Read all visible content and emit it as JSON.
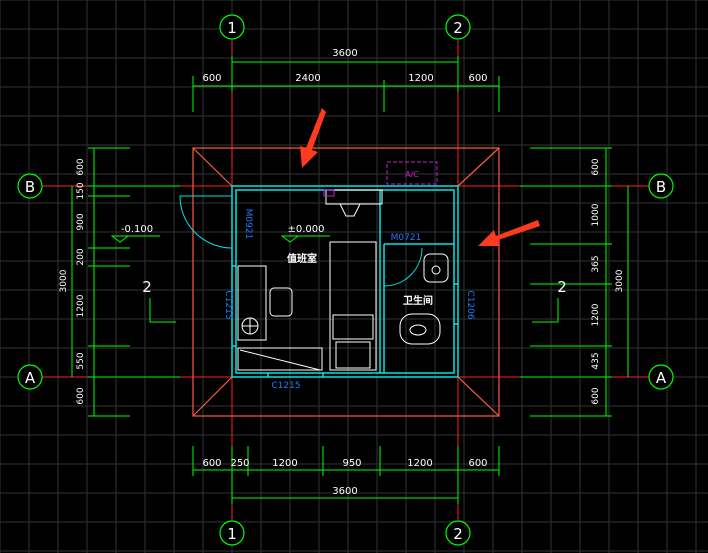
{
  "grid_axes": {
    "top": [
      "1",
      "2"
    ],
    "bottom": [
      "1",
      "2"
    ],
    "left": [
      "B",
      "A"
    ],
    "right": [
      "B",
      "A"
    ]
  },
  "dims": {
    "top_total": "3600",
    "top_segments": [
      "600",
      "2400",
      "1200",
      "600"
    ],
    "bottom_segments": [
      "600",
      "250",
      "1200",
      "950",
      "1200",
      "600"
    ],
    "bottom_total": "3600",
    "left_segments": [
      "600",
      "150",
      "900",
      "200",
      "1200",
      "550",
      "600"
    ],
    "left_total": "3000",
    "right_segments": [
      "600",
      "1000",
      "365",
      "1200",
      "435",
      "600"
    ],
    "right_total": "3000"
  },
  "labels": {
    "level_outside": "-0.100",
    "level_inside": "±0.000",
    "room_duty": "值班室",
    "room_wc": "卫生间",
    "door_m0921": "M0921",
    "door_m0721": "M0721",
    "window_c1215_left": "C1215",
    "window_c1215_bottom": "C1215",
    "window_c1206": "C1206",
    "ac_unit": "A/C",
    "section_left": "2",
    "section_right": "2"
  },
  "colors": {
    "background": "#000000",
    "grid": "#333333",
    "dimension": "#00ff00",
    "wall": "#00e5e5",
    "roof": "#ff5a3c",
    "axis": "#ff2020",
    "tag": "#1a7cff",
    "ac": "#d21ad2",
    "arrow": "#ff3b1f"
  }
}
